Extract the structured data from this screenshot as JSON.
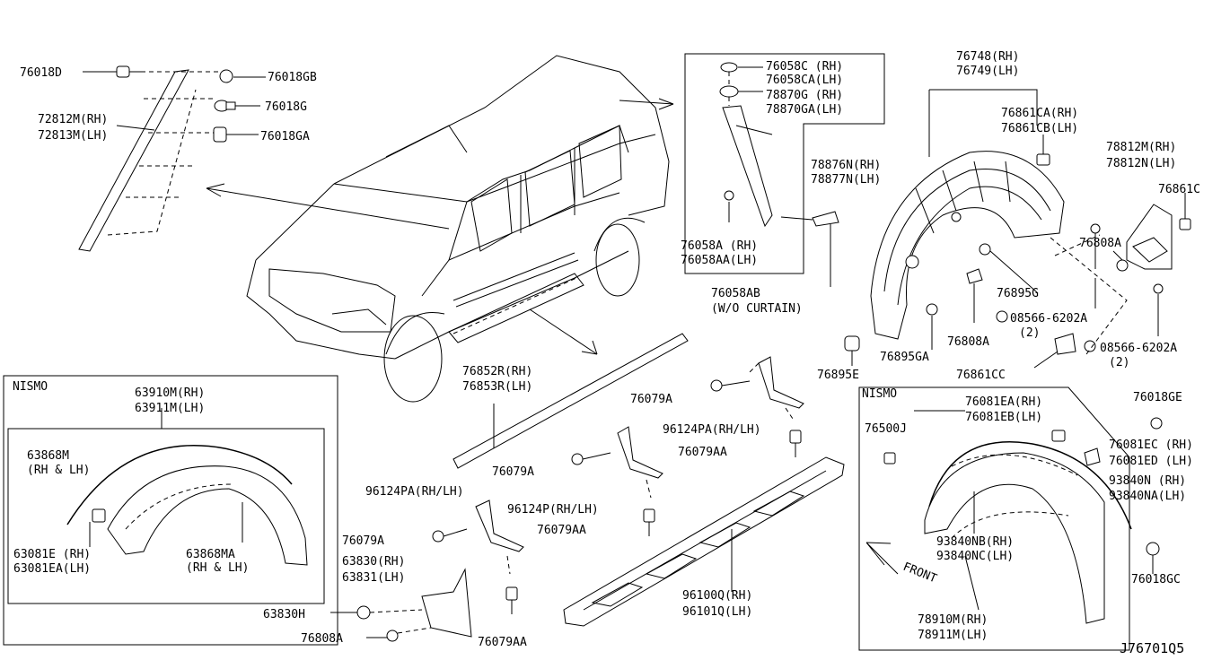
{
  "diagram_id": "J76701Q5",
  "front_label": "FRONT",
  "nismo_left": "NISMO",
  "nismo_right": "NISMO",
  "parts": {
    "p76018D": "76018D",
    "p76018GB": "76018GB",
    "p76018G": "76018G",
    "p72812M": "72812M(RH)",
    "p72813M": "72813M(LH)",
    "p76018GA": "76018GA",
    "p76058C": "76058C (RH)",
    "p76058CA": "76058CA(LH)",
    "p78870G": "78870G (RH)",
    "p78870GA": "78870GA(LH)",
    "p78876N": "78876N(RH)",
    "p78877N": "78877N(LH)",
    "p76058A": "76058A (RH)",
    "p76058AA": "76058AA(LH)",
    "p76058AB": "76058AB",
    "p_wo_curtain": "(W/O CURTAIN)",
    "p76748": "76748(RH)",
    "p76749": "76749(LH)",
    "p76861CA": "76861CA(RH)",
    "p76861CB": "76861CB(LH)",
    "p78812M": "78812M(RH)",
    "p78812N": "78812N(LH)",
    "p76861C": "76861C",
    "p76808A_1": "76808A",
    "p76895G": "76895G",
    "p08566_1": "08566-6202A",
    "p08566_1q": "(2)",
    "p76808A_2": "76808A",
    "p76895GA": "76895GA",
    "p08566_2": "08566-6202A",
    "p08566_2q": "(2)",
    "p76895E": "76895E",
    "p76861CC": "76861CC",
    "p76852R": "76852R(RH)",
    "p76853R": "76853R(LH)",
    "p76079A_1": "76079A",
    "p96124PA_1": "96124PA(RH/LH)",
    "p76079AA_1": "76079AA",
    "p76079A_2": "76079A",
    "p96124P": "96124P(RH/LH)",
    "p76079AA_2": "76079AA",
    "p96124PA_2": "96124PA(RH/LH)",
    "p76079A_3": "76079A",
    "p63830": "63830(RH)",
    "p63831": "63831(LH)",
    "p63830H": "63830H",
    "p76808A_3": "76808A",
    "p76079AA_3": "76079AA",
    "p96100Q": "96100Q(RH)",
    "p96101Q": "96101Q(LH)",
    "p63910M": "63910M(RH)",
    "p63911M": "63911M(LH)",
    "p63868M": "63868M",
    "p63868M_s": "(RH & LH)",
    "p63081E": "63081E (RH)",
    "p63081EA": "63081EA(LH)",
    "p63868MA": "63868MA",
    "p63868MA_s": "(RH & LH)",
    "p76081EA": "76081EA(RH)",
    "p76081EB": "76081EB(LH)",
    "p76018GE": "76018GE",
    "p76500J": "76500J",
    "p76081EC": "76081EC (RH)",
    "p76081ED": "76081ED (LH)",
    "p93840N": "93840N (RH)",
    "p93840NA": "93840NA(LH)",
    "p93840NB": "93840NB(RH)",
    "p93840NC": "93840NC(LH)",
    "p76018GC": "76018GC",
    "p78910M": "78910M(RH)",
    "p78911M": "78911M(LH)"
  }
}
